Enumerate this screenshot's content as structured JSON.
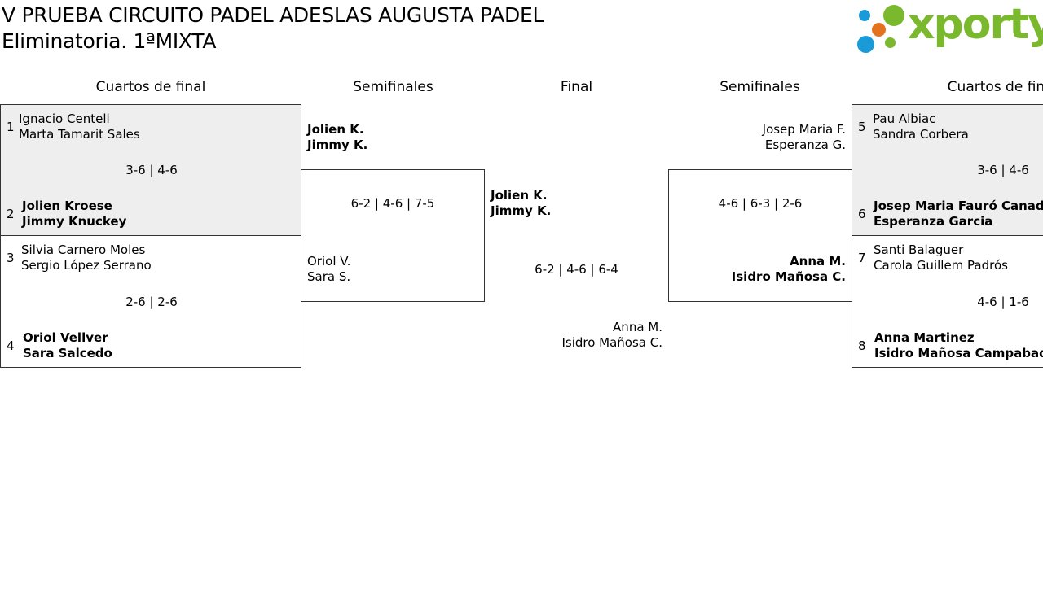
{
  "header": {
    "title": "V PRUEBA CIRCUITO PADEL ADESLAS AUGUSTA PADEL",
    "subtitle": "Eliminatoria. 1ªMIXTA",
    "logo_text": "xporty",
    "logo_colors": {
      "green": "#7ab92d",
      "blue": "#1a9ad6",
      "orange": "#e5731d"
    }
  },
  "rounds": {
    "left_qf": "Cuartos de final",
    "left_sf": "Semifinales",
    "final": "Final",
    "right_sf": "Semifinales",
    "right_qf": "Cuartos de final"
  },
  "left_qf": [
    {
      "top": {
        "seed": "1",
        "p1": "Ignacio Centell",
        "p2": "Marta Tamarit Sales"
      },
      "score": "3-6 | 4-6",
      "bottom": {
        "seed": "2",
        "p1": "Jolien Kroese",
        "p2": "Jimmy Knuckey"
      }
    },
    {
      "top": {
        "seed": "3",
        "p1": "Silvia Carnero Moles",
        "p2": "Sergio López Serrano"
      },
      "score": "2-6 | 2-6",
      "bottom": {
        "seed": "4",
        "p1": "Oriol Vellver",
        "p2": "Sara Salcedo"
      }
    }
  ],
  "left_sf": {
    "top": {
      "p1": "Jolien K.",
      "p2": "Jimmy K."
    },
    "score": "6-2 | 4-6 | 7-5",
    "bottom": {
      "p1": "Oriol V.",
      "p2": "Sara S."
    }
  },
  "final": {
    "top": {
      "p1": "Jolien K.",
      "p2": "Jimmy K."
    },
    "score": "6-2 | 4-6 | 6-4",
    "bottom": {
      "p1": "Anna M.",
      "p2": "Isidro Mañosa C."
    }
  },
  "right_sf": {
    "top": {
      "p1": "Josep Maria F.",
      "p2": "Esperanza G."
    },
    "score": "4-6 | 6-3 | 2-6",
    "bottom": {
      "p1": "Anna M.",
      "p2": "Isidro Mañosa C."
    }
  },
  "right_qf": [
    {
      "top": {
        "seed": "5",
        "p1": "Pau Albiac",
        "p2": "Sandra Corbera"
      },
      "score": "3-6 | 4-6",
      "bottom": {
        "seed": "6",
        "p1": "Josep Maria Fauró Canadell",
        "p2": "Esperanza Garcia"
      }
    },
    {
      "top": {
        "seed": "7",
        "p1": "Santi Balaguer",
        "p2": "Carola Guillem Padrós"
      },
      "score": "4-6 | 1-6",
      "bottom": {
        "seed": "8",
        "p1": "Anna Martinez",
        "p2": "Isidro Mañosa Campabadal"
      }
    }
  ]
}
